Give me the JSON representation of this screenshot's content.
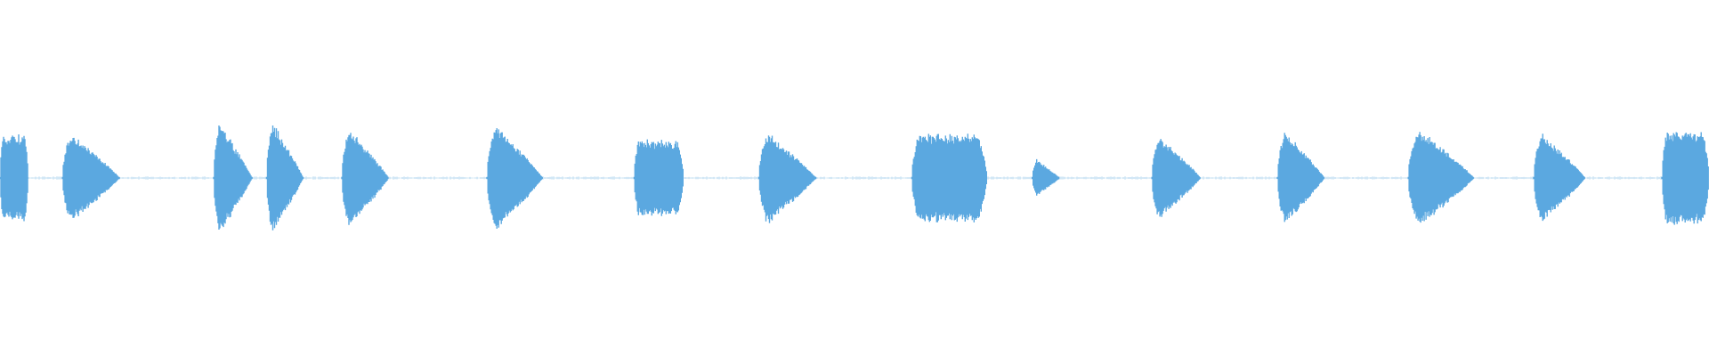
{
  "waveform": {
    "color": "#5ba8e0",
    "background": "#ffffff",
    "duration_s": 20,
    "bursts": [
      {
        "start": 0.0,
        "end": 0.33,
        "amplitude": 0.9,
        "shape": "sustain"
      },
      {
        "start": 0.73,
        "end": 1.4,
        "amplitude": 0.95,
        "shape": "decay"
      },
      {
        "start": 2.5,
        "end": 2.95,
        "amplitude": 1.2,
        "shape": "decay"
      },
      {
        "start": 3.12,
        "end": 3.55,
        "amplitude": 1.2,
        "shape": "decay"
      },
      {
        "start": 4.0,
        "end": 4.55,
        "amplitude": 1.05,
        "shape": "decay"
      },
      {
        "start": 5.7,
        "end": 6.35,
        "amplitude": 1.15,
        "shape": "decay"
      },
      {
        "start": 7.42,
        "end": 8.0,
        "amplitude": 0.8,
        "shape": "sustain"
      },
      {
        "start": 8.88,
        "end": 9.55,
        "amplitude": 0.98,
        "shape": "decay"
      },
      {
        "start": 10.67,
        "end": 11.55,
        "amplitude": 0.93,
        "shape": "sustain"
      },
      {
        "start": 12.08,
        "end": 12.4,
        "amplitude": 0.4,
        "shape": "decay"
      },
      {
        "start": 13.48,
        "end": 14.05,
        "amplitude": 0.9,
        "shape": "decay"
      },
      {
        "start": 14.95,
        "end": 15.5,
        "amplitude": 1.0,
        "shape": "decay"
      },
      {
        "start": 16.48,
        "end": 17.25,
        "amplitude": 1.05,
        "shape": "decay"
      },
      {
        "start": 17.95,
        "end": 18.55,
        "amplitude": 0.97,
        "shape": "decay"
      },
      {
        "start": 19.45,
        "end": 20.0,
        "amplitude": 0.98,
        "shape": "sustain"
      }
    ]
  }
}
